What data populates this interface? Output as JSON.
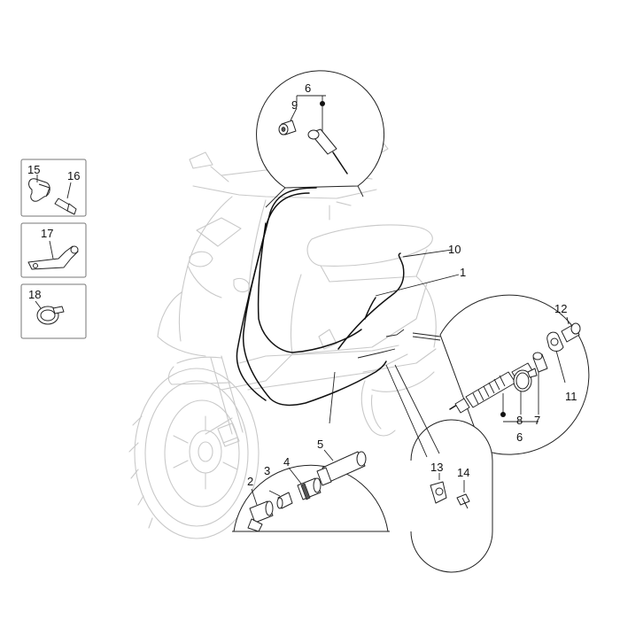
{
  "callouts": {
    "c1": "1",
    "c2": "2",
    "c3": "3",
    "c4": "4",
    "c5": "5",
    "c6_top": "6",
    "c6_right": "6",
    "c7": "7",
    "c8": "8",
    "c9": "9",
    "c10": "10",
    "c11": "11",
    "c12": "12",
    "c13": "13",
    "c14": "14",
    "c15": "15",
    "c16": "16",
    "c17": "17",
    "c18": "18"
  }
}
